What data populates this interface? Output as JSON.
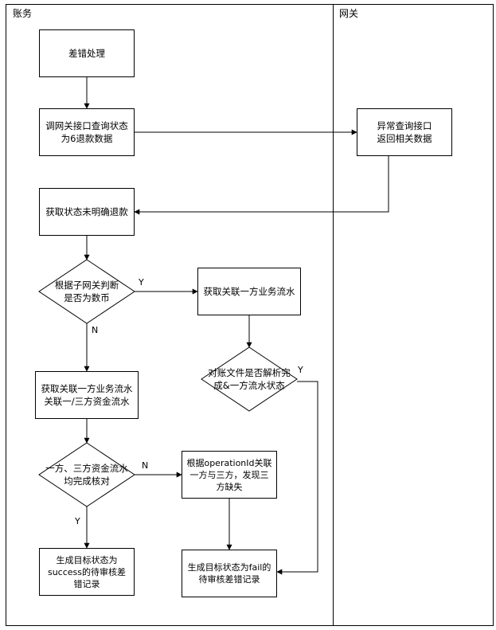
{
  "lanes": {
    "left": "账务",
    "right": "网关"
  },
  "nodes": {
    "n1": {
      "lines": [
        "差错处理"
      ]
    },
    "n2": {
      "lines": [
        "调网关接口查询状态",
        "为6退款数据"
      ]
    },
    "n3": {
      "lines": [
        "异常查询接口",
        "返回相关数据"
      ]
    },
    "n4": {
      "lines": [
        "获取状态未明确退款"
      ]
    },
    "d1": {
      "lines": [
        "根据子网关判断",
        "是否为数币"
      ]
    },
    "n5": {
      "lines": [
        "获取关联一方业务流水"
      ]
    },
    "d2": {
      "lines": [
        "对账文件是否解析完",
        "成&一方流水状态"
      ]
    },
    "n6": {
      "lines": [
        "获取关联一方业务流水",
        "关联一/三方资金流水"
      ]
    },
    "d3": {
      "lines": [
        "一方、三方资金流水",
        "均完成核对"
      ]
    },
    "n7": {
      "lines": [
        "根据operationId关联",
        "一方与三方，发现三",
        "方缺失"
      ]
    },
    "n8": {
      "lines": [
        "生成目标状态为",
        "success的待审核差",
        "错记录"
      ]
    },
    "n9": {
      "lines": [
        "生成目标状态为fail的",
        "待审核差错记录"
      ]
    }
  },
  "edge_labels": {
    "d1_yes": "Y",
    "d1_no": "N",
    "d2_yes": "Y",
    "d3_no": "N",
    "d3_yes": "Y"
  }
}
